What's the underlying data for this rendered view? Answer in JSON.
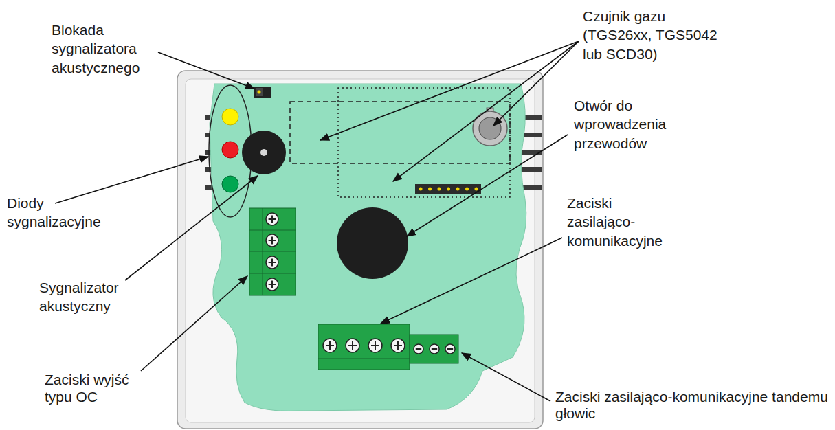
{
  "diagram": {
    "labels": [
      "Blokada sygnalizatora akustycznego",
      "Czujnik gazu (TGS26xx, TGS5042 lub SCD30)",
      "Diody sygnalizacyjne",
      "Otwór do wprowadzenia przewodów",
      "Sygnalizator akustyczny",
      "Zaciski zasilająco-komunikacyjne",
      "Zaciski wyjść typu OC",
      "Zaciski zasilająco-komunikacyjne tandemu głowic"
    ]
  }
}
